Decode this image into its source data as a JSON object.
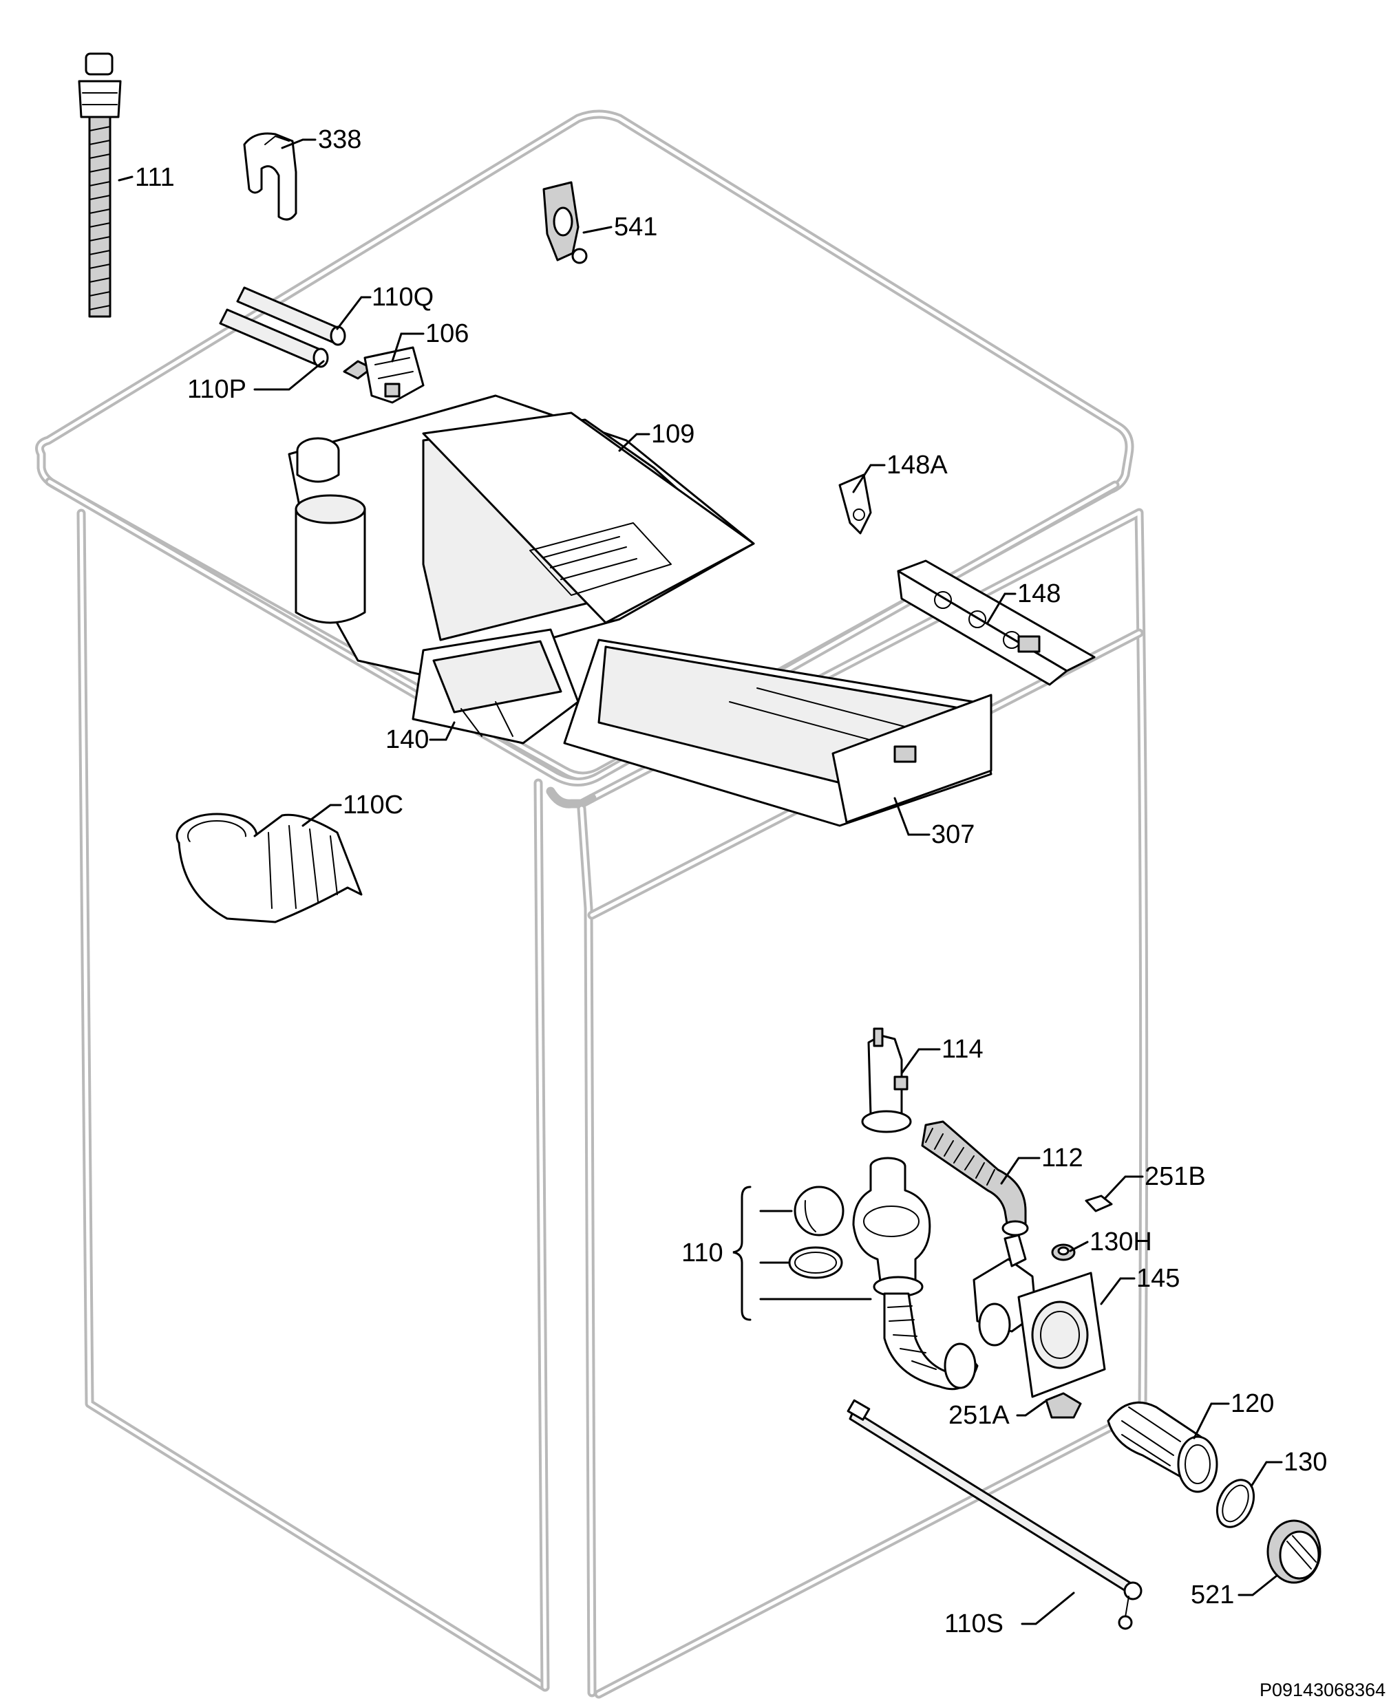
{
  "diagram": {
    "document_id": "P09143068364",
    "callouts": {
      "p111": "111",
      "p338": "338",
      "p541": "541",
      "p110Q": "110Q",
      "p106": "106",
      "p110P": "110P",
      "p109": "109",
      "p148A": "148A",
      "p148": "148",
      "p140": "140",
      "p110C": "110C",
      "p307": "307",
      "p114": "114",
      "p112": "112",
      "p251B": "251B",
      "p130H": "130H",
      "p110": "110",
      "p145": "145",
      "p251A": "251A",
      "p120": "120",
      "p130": "130",
      "p110S": "110S",
      "p521": "521"
    }
  }
}
